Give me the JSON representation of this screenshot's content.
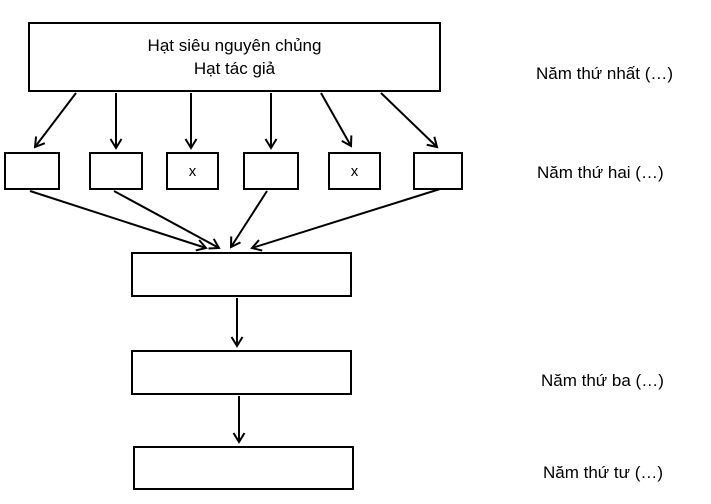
{
  "diagram": {
    "background": "#ffffff",
    "line_color": "#000000",
    "top_box": {
      "line1": "Hạt siêu nguyên chủng",
      "line2": "Hạt tác giả"
    },
    "row2_boxes": [
      {
        "label": ""
      },
      {
        "label": ""
      },
      {
        "label": "x"
      },
      {
        "label": ""
      },
      {
        "label": "x"
      },
      {
        "label": ""
      }
    ],
    "mid_box": {
      "label": ""
    },
    "year3_box": {
      "label": ""
    },
    "year4_box": {
      "label": ""
    },
    "year_labels": [
      "Năm thứ nhất (…)",
      "Năm thứ hai (…)",
      "Năm thứ ba (…)",
      "Năm thứ tư (…)"
    ]
  }
}
